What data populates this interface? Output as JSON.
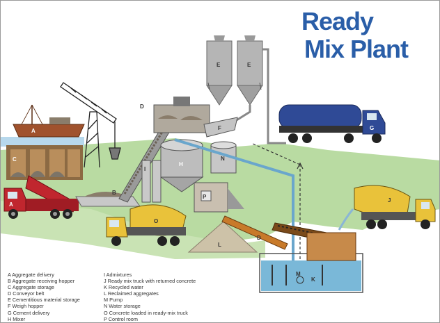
{
  "title": {
    "line1": "Ready",
    "line2": "Mix Plant"
  },
  "labels": {
    "A": "A",
    "B": "B",
    "C": "C",
    "D": "D",
    "E": "E",
    "F": "F",
    "G": "G",
    "H": "H",
    "I": "I",
    "J": "J",
    "K": "K",
    "L": "L",
    "M": "M",
    "N": "N",
    "O": "O",
    "P": "P"
  },
  "legend": {
    "left": [
      "A  Aggregate delivery",
      "B  Aggregate receiving hopper",
      "C  Aggregate storage",
      "D  Conveyor belt",
      "E  Cementitious material storage",
      "F  Weigh hopper",
      "G  Cement delivery",
      "H  Mixer"
    ],
    "right": [
      "I   Admixtures",
      "J   Ready mix truck with returned concrete",
      "K   Recycled water",
      "L   Reclaimed aggregates",
      "M   Pump",
      "N   Water storage",
      "O   Concrete loaded in ready-mix truck",
      "P   Control room"
    ]
  },
  "colors": {
    "title": "#2a5ea8",
    "ground": "#b9dba2",
    "water": "#7ab8d8",
    "truck_red": "#c0262e",
    "truck_yellow": "#e9c23a",
    "truck_blue": "#2f4a96",
    "steel": "#a8a8a8",
    "aggregate": "#8a7d6b"
  }
}
